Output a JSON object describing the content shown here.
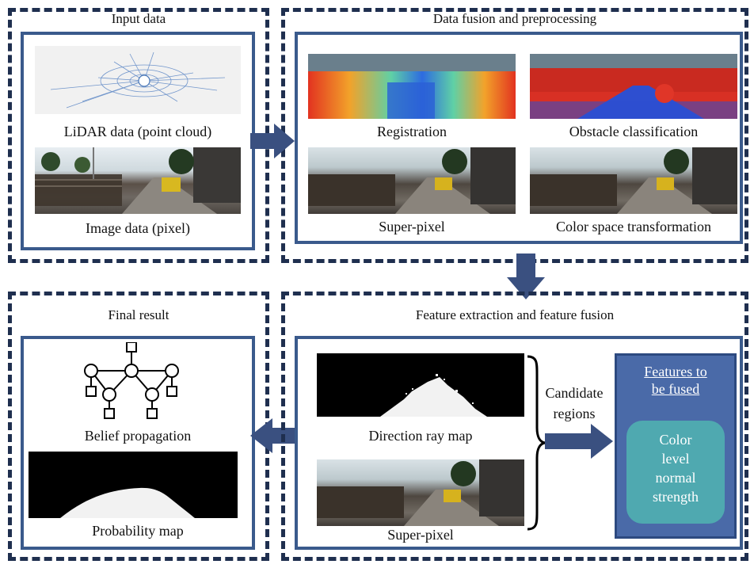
{
  "sections": {
    "input": {
      "title": "Input data",
      "items": [
        "LiDAR data (point cloud)",
        "Image data (pixel)"
      ]
    },
    "fusion": {
      "title": "Data fusion and preprocessing",
      "items": [
        "Registration",
        "Obstacle classification",
        "Super-pixel",
        "Color space transformation"
      ]
    },
    "features": {
      "title": "Feature extraction and feature fusion",
      "items": [
        "Direction ray map",
        "Super-pixel"
      ],
      "brace_label_1": "Candidate",
      "brace_label_2": "regions",
      "box": {
        "title_1": "Features to",
        "title_2": "be fused",
        "inner": [
          "Color",
          "level",
          "normal",
          "strength"
        ]
      }
    },
    "final": {
      "title": "Final result",
      "items": [
        "Belief propagation",
        "Probability map"
      ]
    }
  },
  "colors": {
    "dash_border": "#1f2f4f",
    "panel_border": "#3a5a8c",
    "arrow": "#3a5080",
    "feature_box": "#4a6aa8",
    "feature_inner": "#4fa9b0"
  },
  "icons": [
    "arrow-right-icon",
    "arrow-down-icon",
    "arrow-left-icon",
    "belief-graph-icon",
    "curly-brace-icon"
  ]
}
